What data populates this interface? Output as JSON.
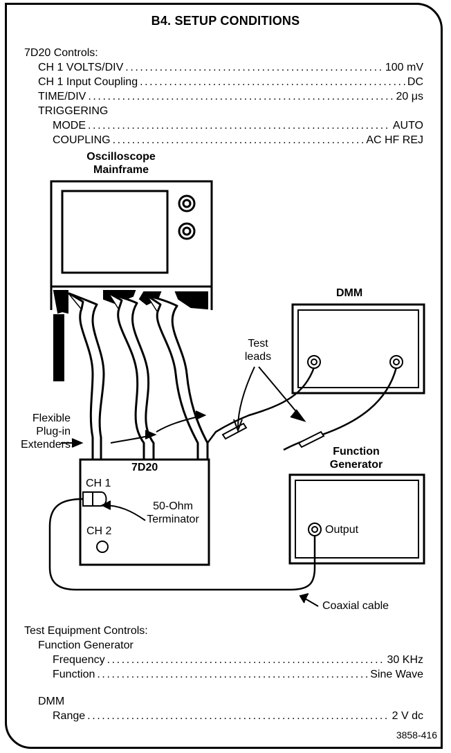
{
  "title": "B4. SETUP CONDITIONS",
  "controls_heading": "7D20 Controls:",
  "controls": {
    "volts_div": {
      "label": "CH 1 VOLTS/DIV",
      "value": "100 mV"
    },
    "input_coupling": {
      "label": "CH 1 Input Coupling",
      "value": "DC"
    },
    "time_div": {
      "label": "TIME/DIV",
      "value": "20 μs"
    },
    "triggering": "TRIGGERING",
    "mode": {
      "label": "MODE",
      "value": "AUTO"
    },
    "coupling": {
      "label": "COUPLING",
      "value": "AC HF REJ"
    }
  },
  "diagram": {
    "mainframe_label_1": "Oscilloscope",
    "mainframe_label_2": "Mainframe",
    "dmm": "DMM",
    "test_leads_1": "Test",
    "test_leads_2": "leads",
    "flex_1": "Flexible",
    "flex_2": "Plug-in",
    "flex_3": "Extenders",
    "plugin": "7D20",
    "ch1": "CH  1",
    "ch2": "CH  2",
    "terminator_1": "50-Ohm",
    "terminator_2": "Terminator",
    "fg_1": "Function",
    "fg_2": "Generator",
    "output": "Output",
    "coax": "Coaxial cable"
  },
  "test_equipment": {
    "heading": "Test Equipment Controls:",
    "fg_heading": "Function Generator",
    "frequency": {
      "label": "Frequency",
      "value": "30 KHz"
    },
    "function": {
      "label": "Function",
      "value": "Sine Wave"
    },
    "dmm_heading": "DMM",
    "range": {
      "label": "Range",
      "value": "2 V dc"
    }
  },
  "figure_number": "3858-416"
}
